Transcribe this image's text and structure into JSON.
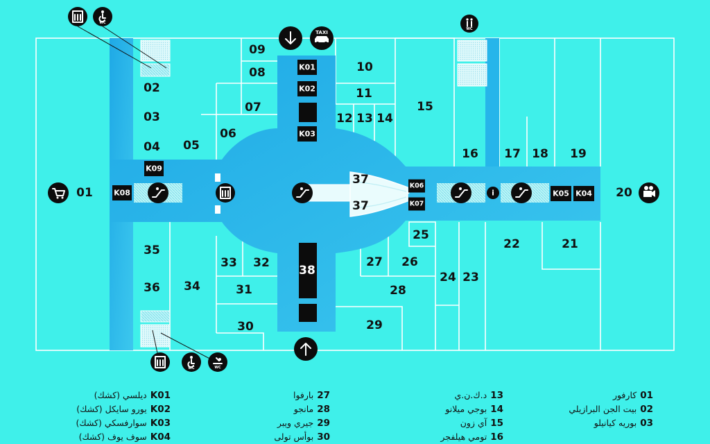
{
  "map": {
    "units": [
      {
        "id": "01",
        "name": "كارفور"
      },
      {
        "id": "02",
        "name": "بيت الجن البرازيلي"
      },
      {
        "id": "03",
        "name": "بوريه كيانيلو"
      },
      {
        "id": "04"
      },
      {
        "id": "05"
      },
      {
        "id": "06"
      },
      {
        "id": "07"
      },
      {
        "id": "08"
      },
      {
        "id": "09"
      },
      {
        "id": "10"
      },
      {
        "id": "11"
      },
      {
        "id": "12"
      },
      {
        "id": "13",
        "name": "د.ك.ن.ي"
      },
      {
        "id": "14",
        "name": "بوجي ميلانو"
      },
      {
        "id": "15",
        "name": "آي زون"
      },
      {
        "id": "16",
        "name": "تومي هيلفجر"
      },
      {
        "id": "17"
      },
      {
        "id": "18"
      },
      {
        "id": "19"
      },
      {
        "id": "20"
      },
      {
        "id": "21"
      },
      {
        "id": "22"
      },
      {
        "id": "23"
      },
      {
        "id": "24"
      },
      {
        "id": "25"
      },
      {
        "id": "26"
      },
      {
        "id": "27",
        "name": "بارفوا"
      },
      {
        "id": "28",
        "name": "مانجو"
      },
      {
        "id": "29",
        "name": "جيري ويبر"
      },
      {
        "id": "30",
        "name": "بوأس تولى"
      },
      {
        "id": "31"
      },
      {
        "id": "32"
      },
      {
        "id": "33"
      },
      {
        "id": "34"
      },
      {
        "id": "35"
      },
      {
        "id": "36"
      },
      {
        "id": "37"
      },
      {
        "id": "38"
      }
    ],
    "kiosks": [
      {
        "id": "K01",
        "name": "ديلسي (كشك)"
      },
      {
        "id": "K02",
        "name": "يورو سايكل (كشك)"
      },
      {
        "id": "K03",
        "name": "سوارفسكي (كشك)"
      },
      {
        "id": "K04",
        "name": "سوف يوف (كشك)"
      },
      {
        "id": "K05"
      },
      {
        "id": "K06"
      },
      {
        "id": "K07"
      },
      {
        "id": "K08"
      },
      {
        "id": "K09"
      }
    ],
    "icons": {
      "taxi_label": "TAXI",
      "wc_label": "WC",
      "info_label": "i"
    }
  }
}
